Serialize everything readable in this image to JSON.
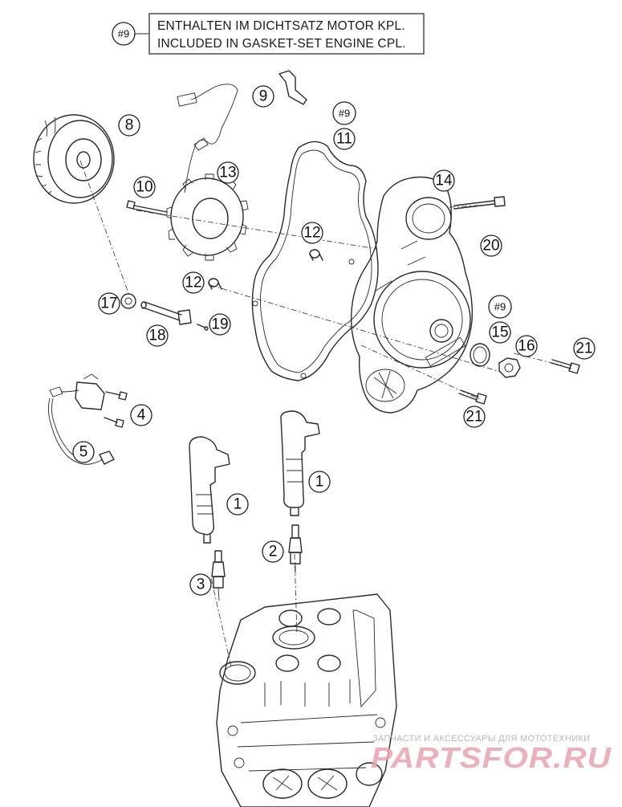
{
  "note": {
    "ref": "#9",
    "line1": "ENTHALTEN IM DICHTSATZ MOTOR KPL.",
    "line2": "INCLUDED IN GASKET-SET ENGINE CPL."
  },
  "callouts": [
    {
      "id": "c8",
      "label": "8"
    },
    {
      "id": "c9",
      "label": "9"
    },
    {
      "id": "c9b",
      "label": "#9"
    },
    {
      "id": "c11",
      "label": "11"
    },
    {
      "id": "c13",
      "label": "13"
    },
    {
      "id": "c10",
      "label": "10"
    },
    {
      "id": "c14",
      "label": "14"
    },
    {
      "id": "c12a",
      "label": "12"
    },
    {
      "id": "c20",
      "label": "20"
    },
    {
      "id": "c12b",
      "label": "12"
    },
    {
      "id": "c17",
      "label": "17"
    },
    {
      "id": "c9c",
      "label": "#9"
    },
    {
      "id": "c18",
      "label": "18"
    },
    {
      "id": "c19",
      "label": "19"
    },
    {
      "id": "c15",
      "label": "15"
    },
    {
      "id": "c16",
      "label": "16"
    },
    {
      "id": "c21a",
      "label": "21"
    },
    {
      "id": "c4",
      "label": "4"
    },
    {
      "id": "c21b",
      "label": "21"
    },
    {
      "id": "c5",
      "label": "5"
    },
    {
      "id": "c1a",
      "label": "1"
    },
    {
      "id": "c1b",
      "label": "1"
    },
    {
      "id": "c2",
      "label": "2"
    },
    {
      "id": "c3",
      "label": "3"
    }
  ],
  "watermark": {
    "tagline": "ЗАПЧАСТИ И АКСЕССУАРЫ ДЛЯ МОТОТЕХНИКИ",
    "logo": "PARTSFOR.RU"
  }
}
